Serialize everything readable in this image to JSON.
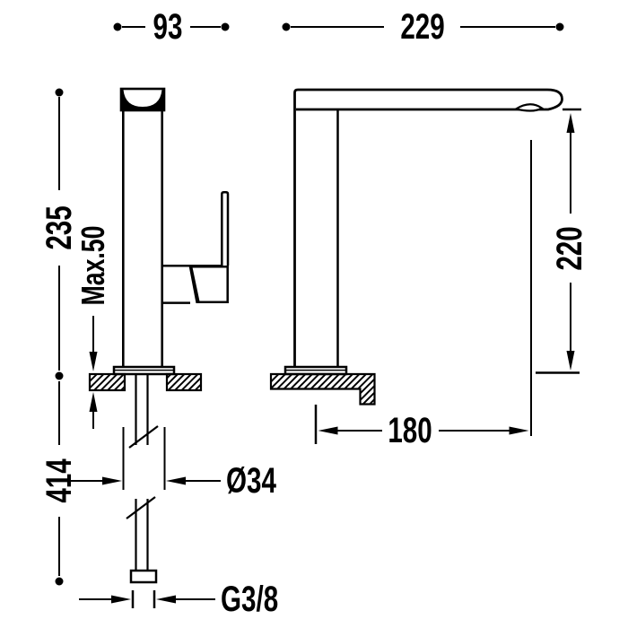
{
  "views": {
    "front": {
      "dimensions": {
        "overall_depth": "93",
        "height_above_deck": "235",
        "max_deck_thickness": "Max.50",
        "supply_hose_length": "414",
        "body_diameter": "Ø34",
        "supply_connection": "G3/8"
      }
    },
    "side": {
      "dimensions": {
        "spout_projection_overall": "229",
        "spout_clearance_height": "220",
        "spout_reach": "180"
      }
    }
  },
  "style": {
    "line_color": "#000000",
    "background_color": "#ffffff"
  }
}
